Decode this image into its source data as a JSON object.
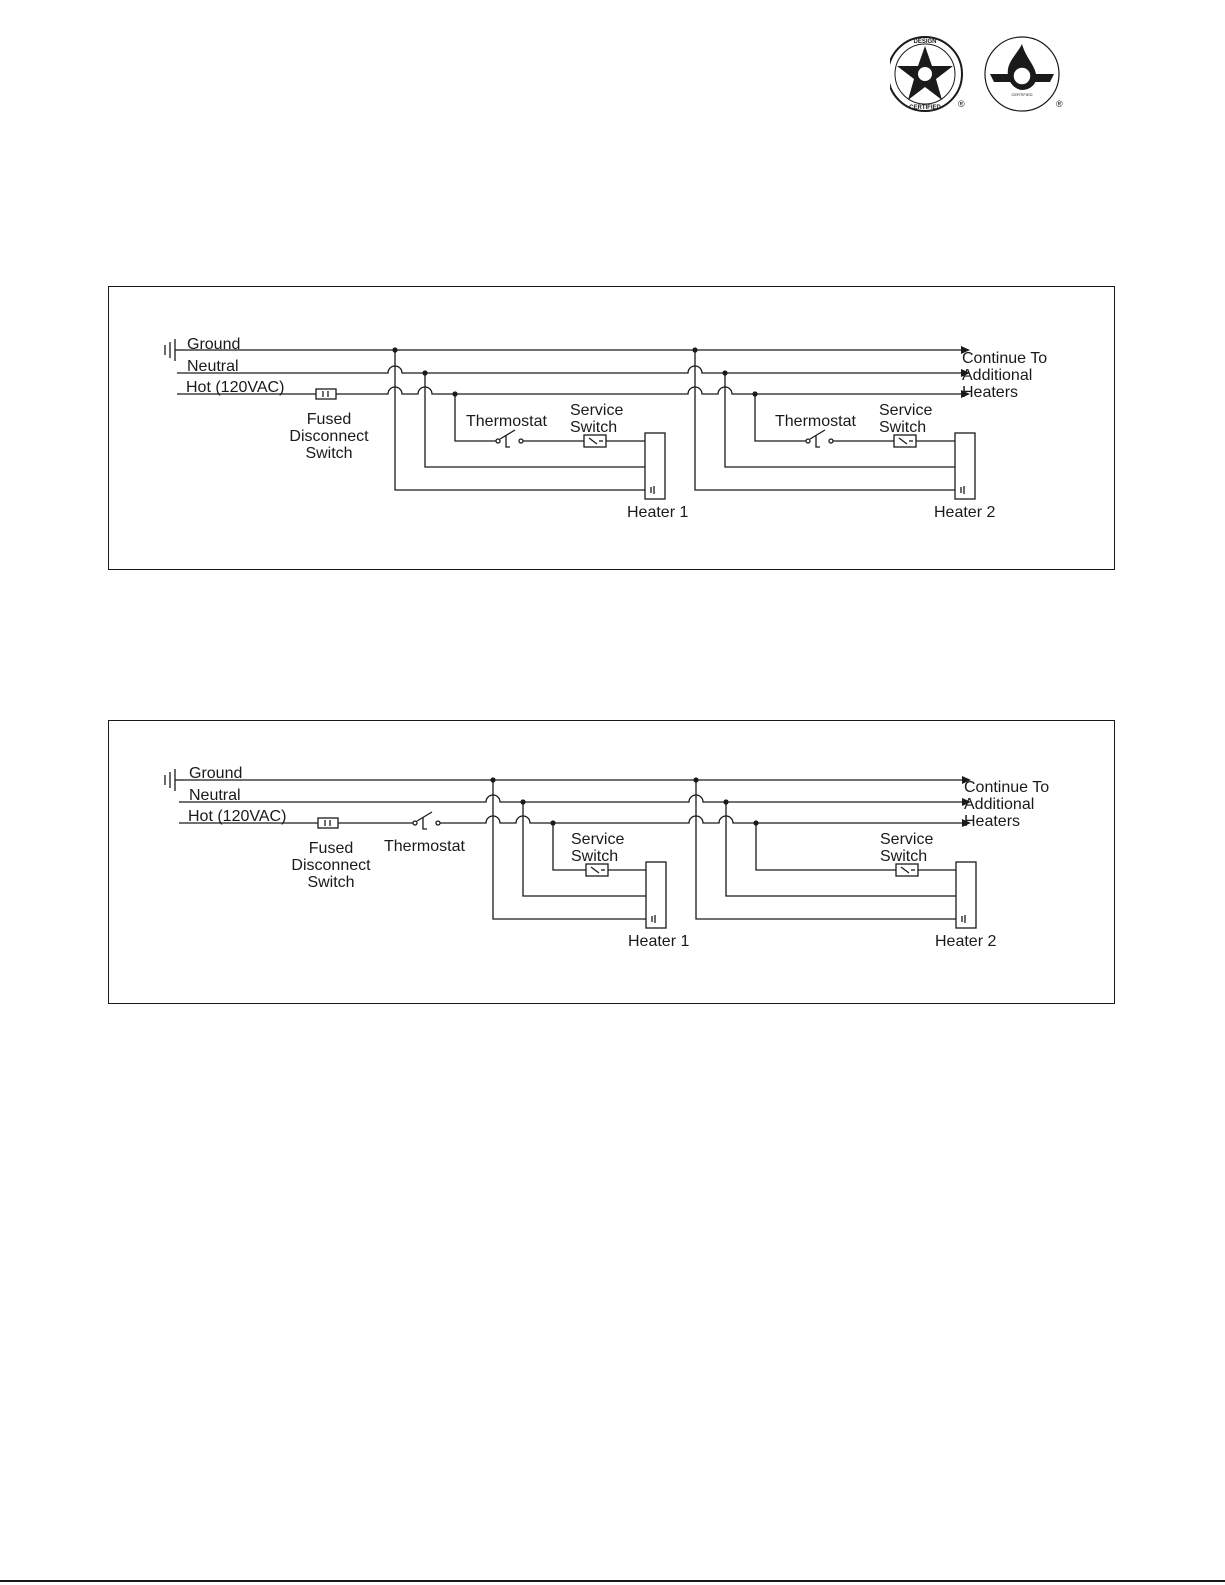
{
  "colors": {
    "ink": "#1a1a1a",
    "paper": "#ffffff"
  },
  "logos": [
    {
      "icon": "design-certified-star-seal-icon",
      "text_top": "DESIGN",
      "text_bottom": "CERTIFIED",
      "mark": "®"
    },
    {
      "icon": "csa-flame-certified-seal-icon",
      "text_bottom": "CERTIFIED",
      "mark": "®"
    }
  ],
  "diagrams": [
    {
      "lines": {
        "ground": "Ground",
        "neutral": "Neutral",
        "hot": "Hot (120VAC)"
      },
      "fused_switch": [
        "Fused",
        "Disconnect",
        "Switch"
      ],
      "continue": [
        "Continue To",
        "Additional",
        "Heaters"
      ],
      "heaters": [
        {
          "label": "Heater 1",
          "thermostat": "Thermostat",
          "service_switch": [
            "Service",
            "Switch"
          ]
        },
        {
          "label": "Heater 2",
          "thermostat": "Thermostat",
          "service_switch": [
            "Service",
            "Switch"
          ]
        }
      ]
    },
    {
      "lines": {
        "ground": "Ground",
        "neutral": "Neutral",
        "hot": "Hot (120VAC)"
      },
      "fused_switch": [
        "Fused",
        "Disconnect",
        "Switch"
      ],
      "main_thermostat": "Thermostat",
      "continue": [
        "Continue To",
        "Additional",
        "Heaters"
      ],
      "heaters": [
        {
          "label": "Heater 1",
          "service_switch": [
            "Service",
            "Switch"
          ]
        },
        {
          "label": "Heater 2",
          "service_switch": [
            "Service",
            "Switch"
          ]
        }
      ]
    }
  ]
}
